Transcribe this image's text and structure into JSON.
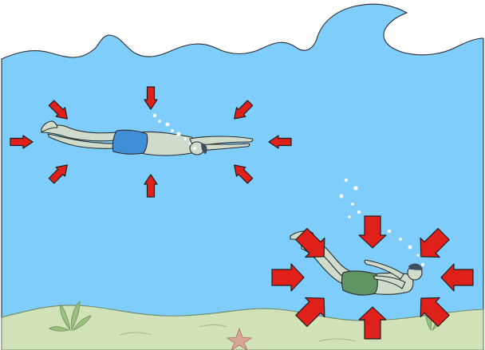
{
  "title": "",
  "colors": {
    "sky": "#ffffff",
    "water": "#7fcdfb",
    "seabed": "#d2e2b8",
    "seabed_line": "#6f8a6a",
    "skin": "#cfdccc",
    "shallow_trunks": "#3f8fd6",
    "deep_trunks": "#5f9565",
    "hair": "#3d4e5c",
    "arrow_fill": "#e0201b",
    "bubble": "#ffffff",
    "seaweed": "#9cc07f",
    "starfish": "#d9a39a"
  },
  "figures": [
    {
      "id": "shallow-swimmer",
      "depth": "shallow",
      "pressure_arrows": 8,
      "arrow_size": "small"
    },
    {
      "id": "deep-swimmer",
      "depth": "deep",
      "pressure_arrows": 8,
      "arrow_size": "large"
    }
  ],
  "icons": [
    "wave-icon",
    "swimmer-icon",
    "pressure-arrow-icon",
    "bubble-icon",
    "seaweed-icon",
    "starfish-icon"
  ]
}
